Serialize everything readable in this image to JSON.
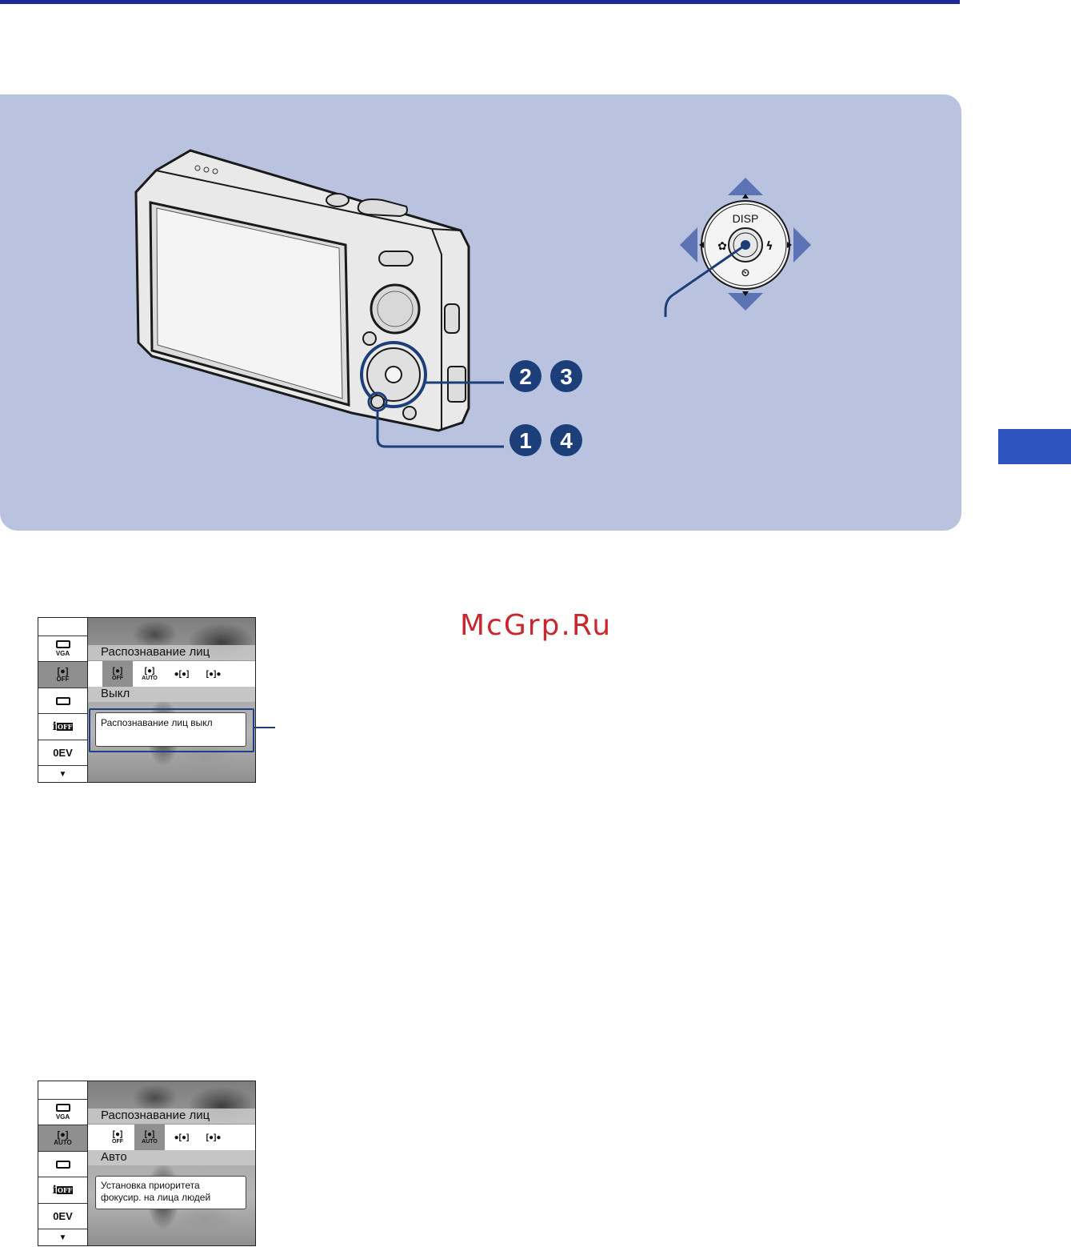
{
  "colors": {
    "accent": "#1c2a99",
    "panel": "#b9c2df",
    "badge": "#1c3f7a",
    "tab": "#2f54c0"
  },
  "watermark": "McGrp.Ru",
  "camera_figure": {
    "control_wheel_label": "DISP",
    "callouts": [
      {
        "numbers": [
          "2",
          "3"
        ]
      },
      {
        "numbers": [
          "1",
          "4"
        ]
      }
    ]
  },
  "screens": [
    {
      "menu_title": "Распознавание лиц",
      "selected_label": "Выкл",
      "message": "Распознавание лиц выкл",
      "sidebar_face_sub": "OFF",
      "selected_index": 0,
      "options": [
        {
          "top": "[●]",
          "sub": "OFF"
        },
        {
          "top": "[●]",
          "sub": "AUTO"
        },
        {
          "top": "●[●]",
          "sub": ""
        },
        {
          "top": "[●]●",
          "sub": ""
        }
      ]
    },
    {
      "menu_title": "Распознавание лиц",
      "selected_label": "Авто",
      "message": "Установка приоритета фокусир. на лица людей",
      "sidebar_face_sub": "AUTO",
      "selected_index": 1,
      "options": [
        {
          "top": "[●]",
          "sub": "OFF"
        },
        {
          "top": "[●]",
          "sub": "AUTO"
        },
        {
          "top": "●[●]",
          "sub": ""
        },
        {
          "top": "[●]●",
          "sub": ""
        }
      ]
    }
  ],
  "sidebar": {
    "size_label": "VGA",
    "iscn_sub": "OFF",
    "ev_label": "0EV"
  }
}
